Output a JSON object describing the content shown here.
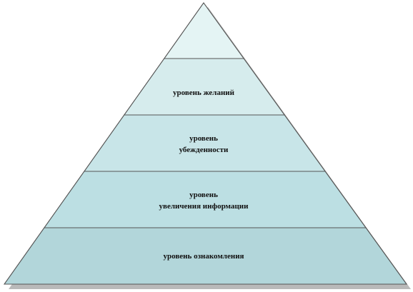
{
  "diagram": {
    "type": "pyramid",
    "colors": {
      "outline": "#555555",
      "shadow": "#b9b9b9",
      "tiers": [
        "#e4f4f4",
        "#d6eced",
        "#c8e5e8",
        "#bcdfe3",
        "#b2d6da"
      ]
    },
    "tiers": [
      {
        "lines": []
      },
      {
        "lines": [
          "уровень желаний"
        ]
      },
      {
        "lines": [
          "уровень",
          "убежденности"
        ]
      },
      {
        "lines": [
          "уровень",
          "увеличения информации"
        ]
      },
      {
        "lines": [
          "уровень ознакомления"
        ]
      }
    ]
  }
}
